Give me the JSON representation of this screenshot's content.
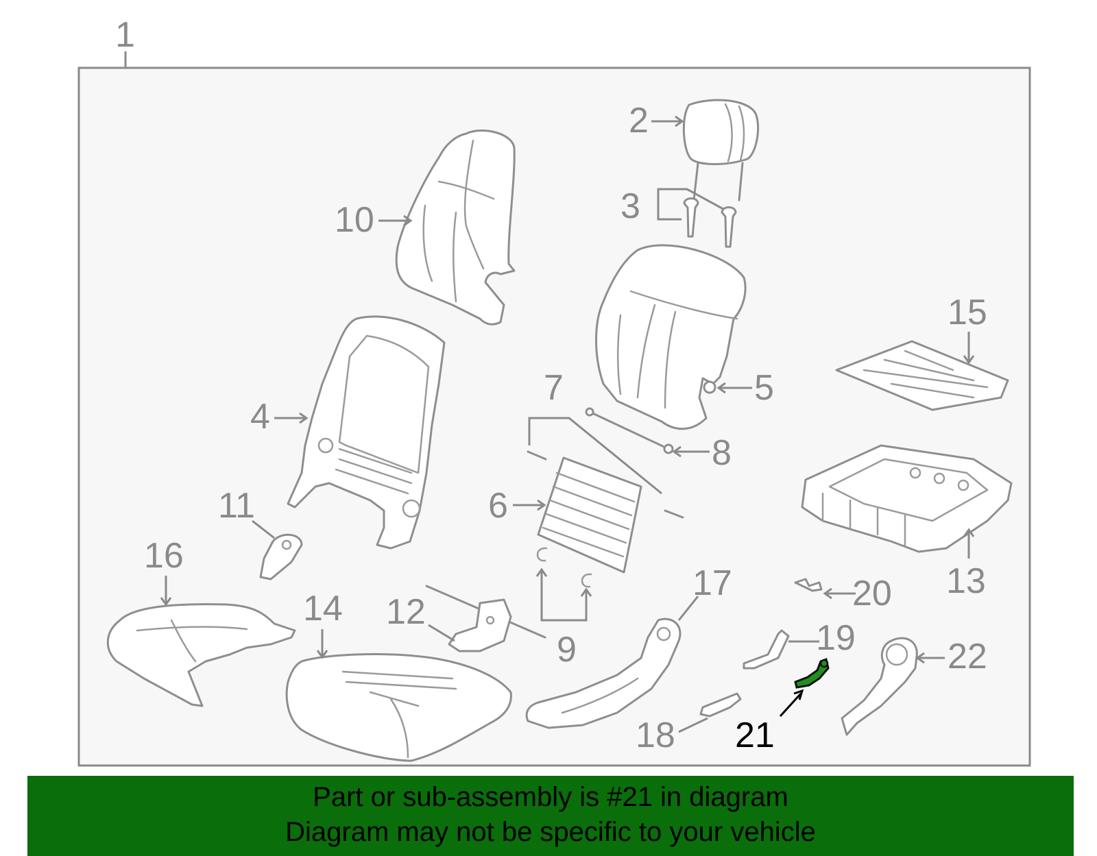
{
  "diagram": {
    "labels": [
      "1",
      "2",
      "3",
      "4",
      "5",
      "6",
      "7",
      "8",
      "9",
      "10",
      "11",
      "12",
      "13",
      "14",
      "15",
      "16",
      "17",
      "18",
      "19",
      "20",
      "21",
      "22"
    ],
    "highlighted_part": "21",
    "colors": {
      "frame": "#8a8a8a",
      "panel": "#f7f7f7",
      "highlight_fill": "#1f8f1f",
      "banner": "#0a6e0a"
    }
  },
  "banner": {
    "line1": "Part or sub-assembly is #21 in diagram",
    "line2": "Diagram may not be specific to your vehicle"
  }
}
